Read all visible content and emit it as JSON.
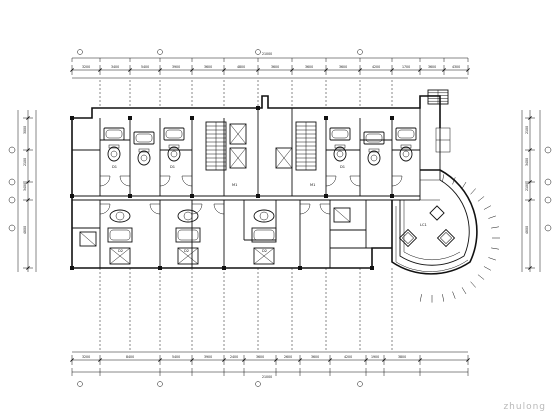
{
  "drawing": {
    "type": "architectural floor plan",
    "top_dims_outer": [
      "21000"
    ],
    "top_dims_inner": [
      "3200",
      "3400",
      "5400",
      "3900",
      "3600",
      "4800",
      "3600",
      "3600",
      "3600",
      "4200",
      "1700",
      "3600",
      "4300"
    ],
    "bottom_dims_inner": [
      "3200",
      "8400",
      "5400",
      "3900",
      "2400",
      "3600",
      "2600",
      "3600",
      "4200",
      "1900",
      "3800"
    ],
    "bottom_dims_outer": [
      "21000"
    ],
    "left_dims": [
      "3000",
      "2100",
      "3400",
      "4800"
    ],
    "right_dims": [
      "2100",
      "3400",
      "2100",
      "4800"
    ],
    "room_tags": [
      "D1",
      "D1",
      "D1",
      "D2",
      "D2",
      "D2",
      "M1",
      "M1",
      "LC1"
    ],
    "watermark": "zhulong"
  }
}
